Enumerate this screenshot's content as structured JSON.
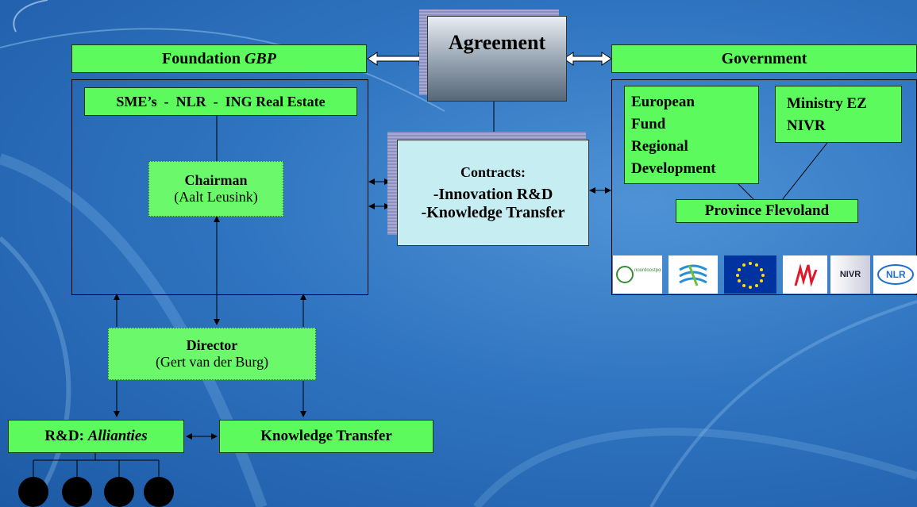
{
  "top": {
    "foundation_label": "Foundation ",
    "foundation_italic": "GBP",
    "agreement": "Agreement",
    "government": "Government"
  },
  "foundation": {
    "members": "SME’s  -  NLR  -  ING Real Estate",
    "chairman_title": "Chairman",
    "chairman_name": "(Aalt Leusink)"
  },
  "contracts": {
    "title": "Contracts:",
    "line1": "-Innovation R&D",
    "line2": "-Knowledge Transfer"
  },
  "government": {
    "efrd_line1": "European",
    "efrd_line2": "Fund",
    "efrd_line3": "Regional",
    "efrd_line4": "Development",
    "ministry_line1": "Ministry EZ",
    "ministry_line2": "NIVR",
    "province": "Province Flevoland",
    "logos": [
      {
        "name": "noordoostpolder-logo",
        "text": "noordoostpolder"
      },
      {
        "name": "flevoland-logo",
        "text": ""
      },
      {
        "name": "eu-flag-logo",
        "text": ""
      },
      {
        "name": "almere-logo",
        "text": ""
      },
      {
        "name": "nivr-logo",
        "text": "NIVR"
      },
      {
        "name": "nlr-logo",
        "text": "NLR"
      }
    ]
  },
  "director": {
    "title": "Director",
    "name": "(Gert van der Burg)"
  },
  "bottom": {
    "rd_label": "R&D: ",
    "rd_italic": "Allianties",
    "knowledge": "Knowledge Transfer"
  },
  "colors": {
    "green": "#5dfa5d",
    "contracts_bg": "#c6eef2",
    "background": "#2f74c0"
  }
}
